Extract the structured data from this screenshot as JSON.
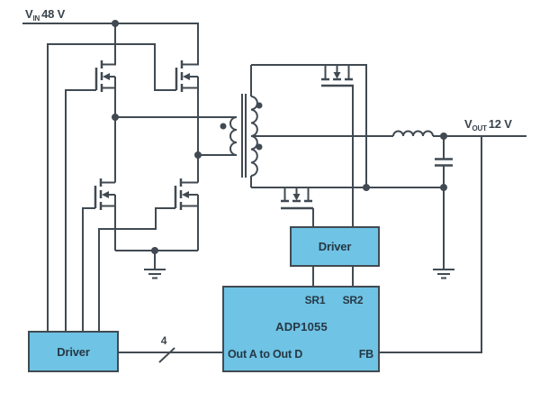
{
  "diagram": {
    "type": "schematic",
    "vin": {
      "prefix": "V",
      "sub": "IN",
      "value": "48 V"
    },
    "vout": {
      "prefix": "V",
      "sub": "OUT",
      "value": "12 V"
    },
    "bus_width_label": "4",
    "driver_left": {
      "label": "Driver"
    },
    "driver_right": {
      "label": "Driver"
    },
    "controller": {
      "name": "ADP1055",
      "pin_sr1": "SR1",
      "pin_sr2": "SR2",
      "pin_out_range": "Out A to Out D",
      "pin_fb": "FB"
    },
    "icons": {
      "mosfet": "n-channel-mosfet-icon",
      "transformer": "center-tapped-transformer-icon",
      "inductor": "inductor-icon",
      "capacitor": "capacitor-icon",
      "ground": "ground-icon",
      "junction": "junction-dot-icon",
      "polarity": "polarity-dot-icon",
      "bus_slash": "bus-width-slash-icon"
    },
    "colors": {
      "background": "#FFFFFF",
      "line": "#414A52",
      "box_fill": "#6FC3E4",
      "box_text": "#263845",
      "label_text": "#3A434B"
    }
  }
}
